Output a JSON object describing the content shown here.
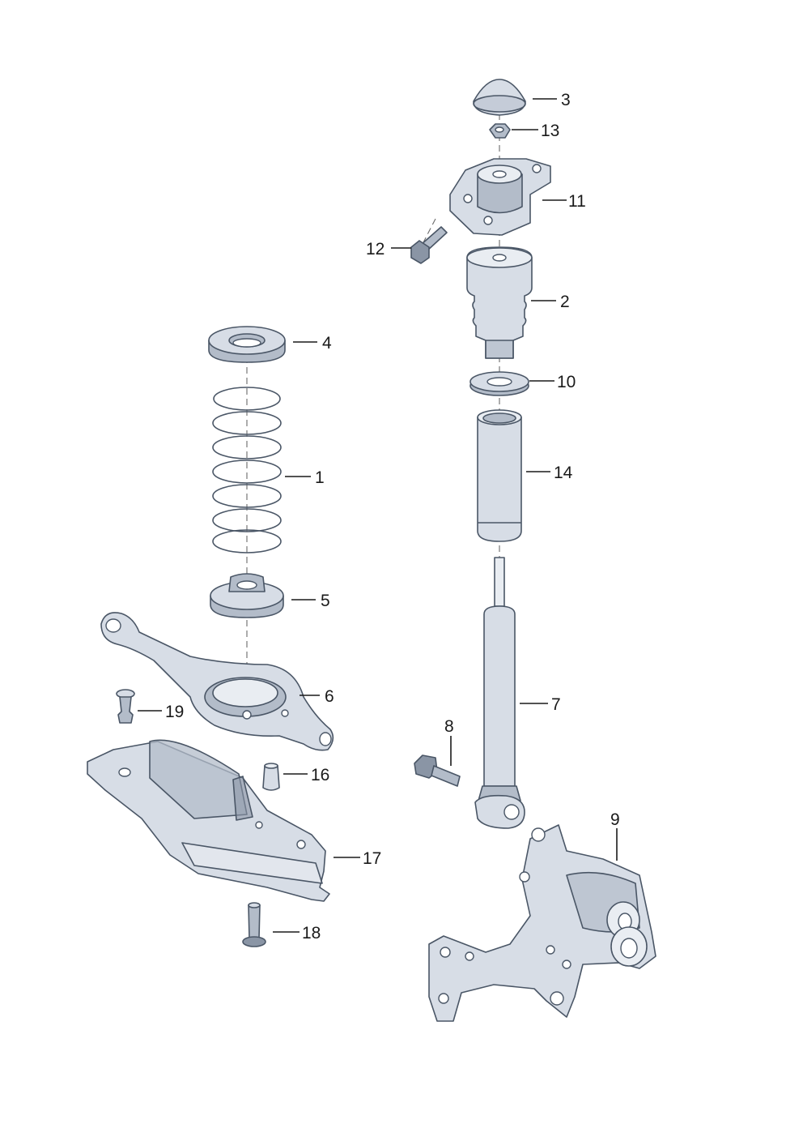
{
  "diagram": {
    "callouts": [
      {
        "id": "part-1",
        "label": "1"
      },
      {
        "id": "part-2",
        "label": "2"
      },
      {
        "id": "part-3",
        "label": "3"
      },
      {
        "id": "part-4",
        "label": "4"
      },
      {
        "id": "part-5",
        "label": "5"
      },
      {
        "id": "part-6",
        "label": "6"
      },
      {
        "id": "part-7",
        "label": "7"
      },
      {
        "id": "part-8",
        "label": "8"
      },
      {
        "id": "part-9",
        "label": "9"
      },
      {
        "id": "part-10",
        "label": "10"
      },
      {
        "id": "part-11",
        "label": "11"
      },
      {
        "id": "part-12",
        "label": "12"
      },
      {
        "id": "part-13",
        "label": "13"
      },
      {
        "id": "part-14",
        "label": "14"
      },
      {
        "id": "part-16",
        "label": "16"
      },
      {
        "id": "part-17",
        "label": "17"
      },
      {
        "id": "part-18",
        "label": "18"
      },
      {
        "id": "part-19",
        "label": "19"
      }
    ]
  },
  "colors": {
    "part_dark": "#8a95a5",
    "part_mid": "#b3bcc9",
    "part_light": "#d7dde6",
    "outline": "#4a5666",
    "text": "#1a1a1a"
  }
}
